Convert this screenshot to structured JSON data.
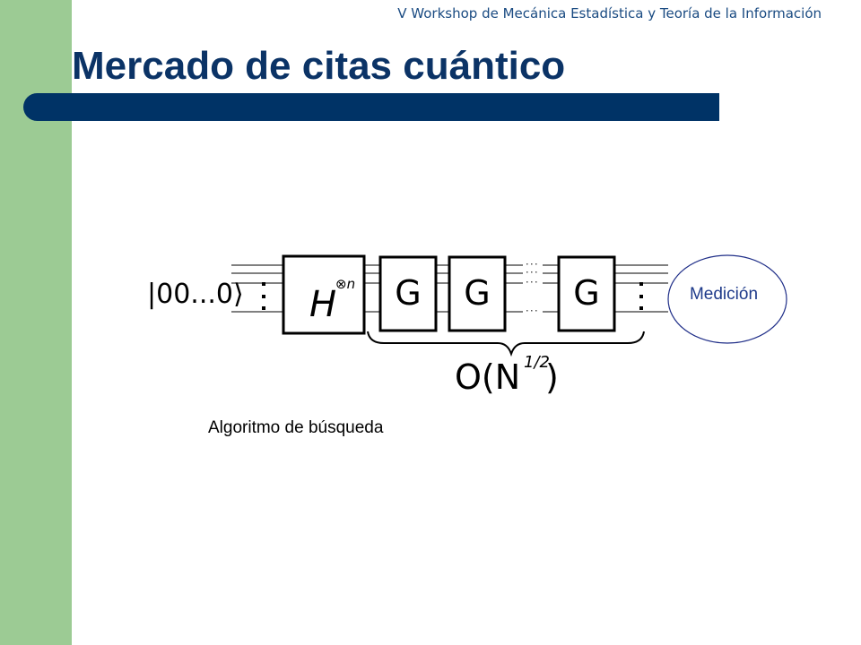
{
  "slide": {
    "header": "V Workshop de Mecánica Estadística y Teoría de la Información",
    "title": "Mercado de citas cuántico",
    "caption": "Algoritmo de búsqueda"
  },
  "circuit": {
    "input_ket": "|00...0⟩",
    "hadamard": {
      "base": "H",
      "superscript": "⊗n"
    },
    "gates": [
      "G",
      "G",
      "G"
    ],
    "measurement": "Medición",
    "complexity": {
      "prefix": "O(N",
      "exponent": "1/2",
      "suffix": ")"
    }
  },
  "colors": {
    "sidebar": "#9ccb94",
    "title": "#0b3366",
    "rule": "#003366",
    "header_text": "#1a4b82",
    "ink": "#000000",
    "measurement_ring": "#1f2e88",
    "measurement_text": "#1e3a8a"
  }
}
